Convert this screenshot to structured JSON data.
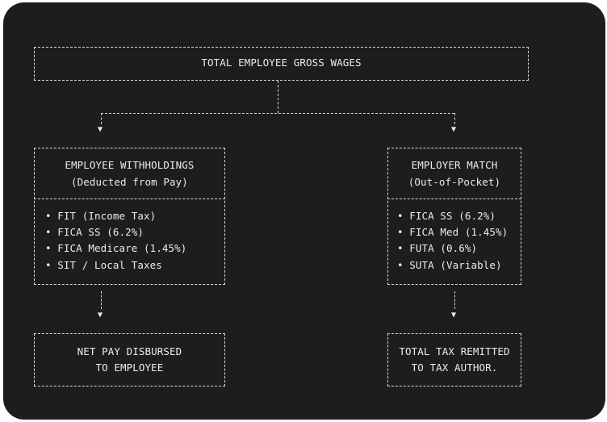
{
  "top_box": {
    "label": "TOTAL EMPLOYEE GROSS WAGES"
  },
  "left": {
    "title": "EMPLOYEE WITHHOLDINGS",
    "subtitle": "(Deducted from Pay)",
    "items": [
      "• FIT (Income Tax)",
      "• FICA SS (6.2%)",
      "• FICA Medicare (1.45%)",
      "• SIT / Local Taxes"
    ],
    "result_line1": "NET PAY DISBURSED",
    "result_line2": "TO EMPLOYEE"
  },
  "right": {
    "title": "EMPLOYER MATCH",
    "subtitle": "(Out-of-Pocket)",
    "items": [
      "• FICA SS (6.2%)",
      "• FICA Med (1.45%)",
      "• FUTA (0.6%)",
      "• SUTA (Variable)"
    ],
    "result_line1": "TOTAL TAX REMITTED",
    "result_line2": "TO TAX AUTHOR."
  },
  "arrow_glyph": "▼"
}
